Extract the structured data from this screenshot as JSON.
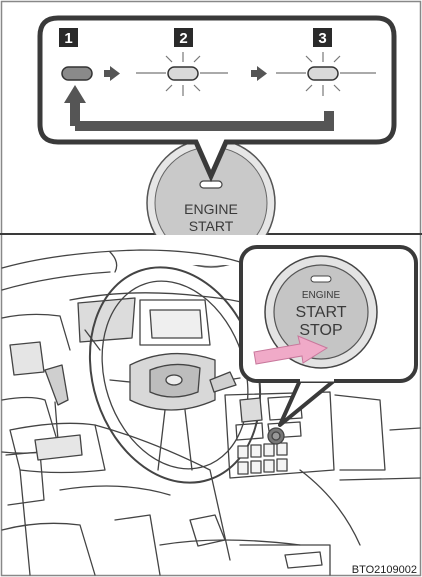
{
  "steps": [
    "1",
    "2",
    "3"
  ],
  "top_button": {
    "line1": "ENGINE",
    "line2": "START"
  },
  "inset_button": {
    "line1": "ENGINE",
    "line2": "START",
    "line3": "STOP"
  },
  "figure_code": "BTO2109002",
  "colors": {
    "frame": "#3a3a3a",
    "arrow": "#555555",
    "button_face": "#c9c9c9",
    "lamp_off": "#8a8a8a",
    "lamp_on": "#d9d9d9",
    "pink_arrow": "#f0aac8"
  }
}
